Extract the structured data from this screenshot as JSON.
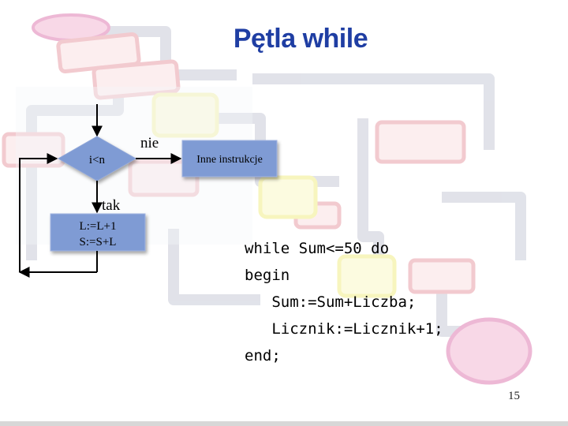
{
  "slide": {
    "title": "Pętla while",
    "page_number": "15"
  },
  "flowchart": {
    "condition": "i<n",
    "no_label": "nie",
    "yes_label": "tak",
    "else_box": "Inne instrukcje",
    "body_line1": "L:=L+1",
    "body_line2": "S:=S+L"
  },
  "code": {
    "lines": [
      "while Sum<=50 do",
      "begin",
      "   Sum:=Sum+Liczba;",
      "   Licznik:=Licznik+1;",
      "end;"
    ]
  },
  "colors": {
    "title": "#1f3ea3",
    "decision_fill": "#7f9bd4",
    "box_fill": "#7f9bd4",
    "background_decor_red": "#e8a0a8",
    "background_decor_yellow": "#f2ee8a",
    "background_decor_grey": "#c9ccd8"
  }
}
